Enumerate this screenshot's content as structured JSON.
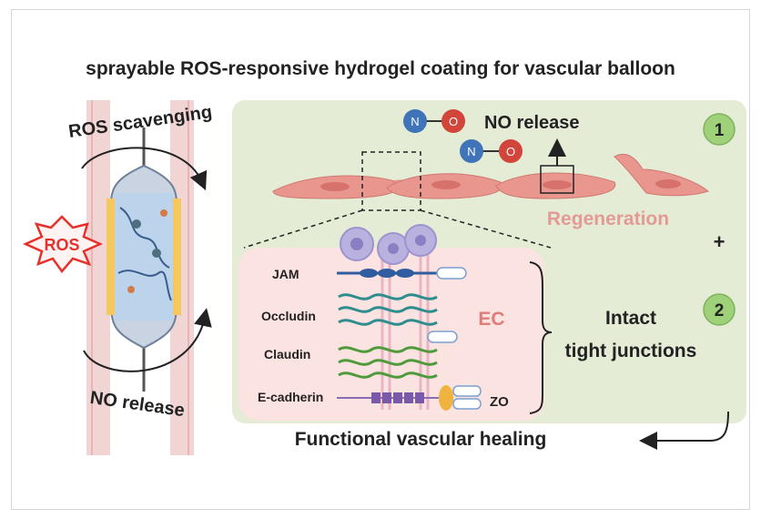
{
  "title": "sprayable ROS-responsive hydrogel coating for vascular balloon",
  "balloon": {
    "top_label": "ROS scavenging",
    "bottom_label": "NO release",
    "burst_label": "ROS"
  },
  "no_molecule": {
    "n": "N",
    "o": "O"
  },
  "panel": {
    "no_release_label": "NO release",
    "regeneration_label": "Regeneration",
    "step1": "1",
    "step2": "2",
    "plus": "+",
    "intact_line1": "Intact",
    "intact_line2": "tight junctions"
  },
  "junction": {
    "ec_label": "EC",
    "zo_label": "ZO",
    "proteins": [
      "JAM",
      "Occludin",
      "Claudin",
      "E-cadherin"
    ]
  },
  "footer": {
    "healing_label": "Functional vascular healing"
  },
  "colors": {
    "panel_bg": "#e4ecd6",
    "step_badge": "#9fd07a",
    "regeneration": "#e49a94",
    "ec_label": "#e07b75",
    "ros_red": "#e8302a",
    "nitrogen_blue": "#3f74b8",
    "oxygen_red": "#d2453a",
    "cell_pink": "#e9968f",
    "ec_region": "#fbe3e1"
  }
}
